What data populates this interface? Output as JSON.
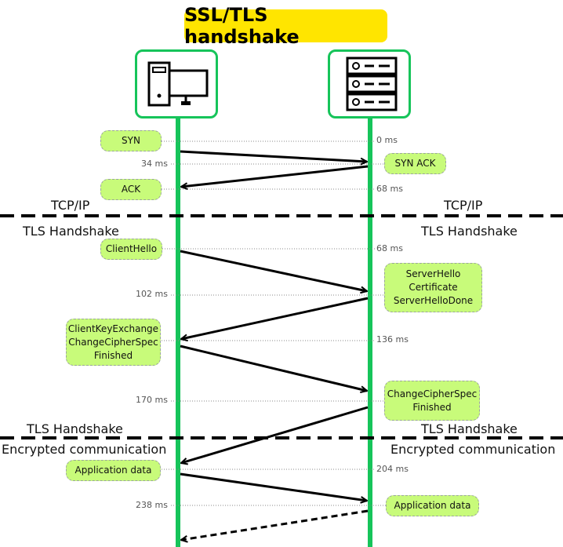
{
  "title": "SSL/TLS handshake",
  "client_icon": "desktop-computer-icon",
  "server_icon": "server-rack-icon",
  "colors": {
    "lifeline": "#16c45a",
    "pill": "#c8fb7a",
    "title_bg": "#ffe500"
  },
  "messages": {
    "syn": "SYN",
    "syn_ack": "SYN ACK",
    "ack": "ACK",
    "client_hello": "ClientHello",
    "server_hello": [
      "ServerHello",
      "Certificate",
      "ServerHelloDone"
    ],
    "client_key_exchange": [
      "ClientKeyExchange",
      "ChangeCipherSpec",
      "Finished"
    ],
    "change_cipher_spec": [
      "ChangeCipherSpec",
      "Finished"
    ],
    "app_data_client": "Application data",
    "app_data_server": "Application data"
  },
  "timings": {
    "t0": "0 ms",
    "t34": "34 ms",
    "t68a": "68 ms",
    "t68b": "68 ms",
    "t102": "102 ms",
    "t136": "136 ms",
    "t170": "170 ms",
    "t204": "204 ms",
    "t238": "238 ms"
  },
  "sections": {
    "tcp_left": "TCP/IP",
    "tcp_right": "TCP/IP",
    "tls_left_top": "TLS Handshake",
    "tls_right_top": "TLS Handshake",
    "tls_left_bottom": "TLS Handshake",
    "tls_right_bottom": "TLS Handshake",
    "enc_left": "Encrypted communication",
    "enc_right": "Encrypted communication"
  }
}
